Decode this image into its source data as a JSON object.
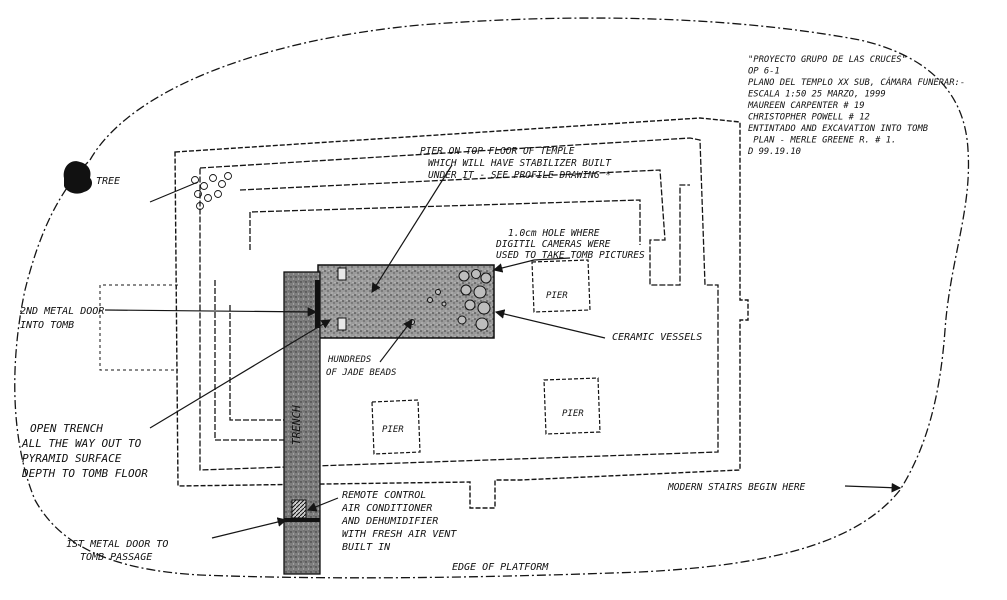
{
  "title_block": {
    "lines": [
      "\"PROYECTO GRUPO DE LAS CRUCES\"",
      "OP 6-1",
      "PLANO DEL TEMPLO XX SUB, CÁMARA FUNERAR:-",
      "ESCALA 1:50     25 MARZO, 1999",
      "MAUREEN CARPENTER  # 19",
      "CHRISTOPHER POWELL  # 12",
      "ENTINTADO AND EXCAVATION INTO TOMB",
      "  PLAN - MERLE GREENE R. # 1.",
      "D 99.19.10"
    ]
  },
  "labels": {
    "tree": "TREE",
    "pier_note": [
      "PIER ON TOP FLOOR OF TEMPLE",
      "WHICH WILL HAVE STABILIZER BUILT",
      "UNDER IT - SEE PROFILE DRAWING *"
    ],
    "hole_note": [
      "1.0cm HOLE WHERE",
      "DIGITIL CAMERAS WERE",
      "USED TO TAKE TOMB PICTURES"
    ],
    "door2": [
      "2ND METAL DOOR",
      "INTO TOMB"
    ],
    "ceramic": "CERAMIC VESSELS",
    "jade": [
      "HUNDREDS",
      "OF JADE BEADS"
    ],
    "trench_note": [
      "OPEN TRENCH",
      "ALL THE WAY OUT TO",
      "PYRAMID SURFACE",
      "DEPTH TO TOMB FLOOR"
    ],
    "trench": "TRENCH",
    "pier": "PIER",
    "ac_note": [
      "REMOTE CONTROL",
      "AIR CONDITIONER",
      "AND DEHUMIDIFIER",
      "WITH FRESH AIR VENT",
      "BUILT IN"
    ],
    "door1": [
      "1ST METAL DOOR TO",
      "TOMB PASSAGE"
    ],
    "stairs": "MODERN STAIRS BEGIN HERE",
    "edge": "EDGE OF PLATFORM"
  },
  "colors": {
    "ink": "#151515",
    "stipple_fill": "#8e8e8e",
    "trench_fill": "#7a7a7a"
  }
}
